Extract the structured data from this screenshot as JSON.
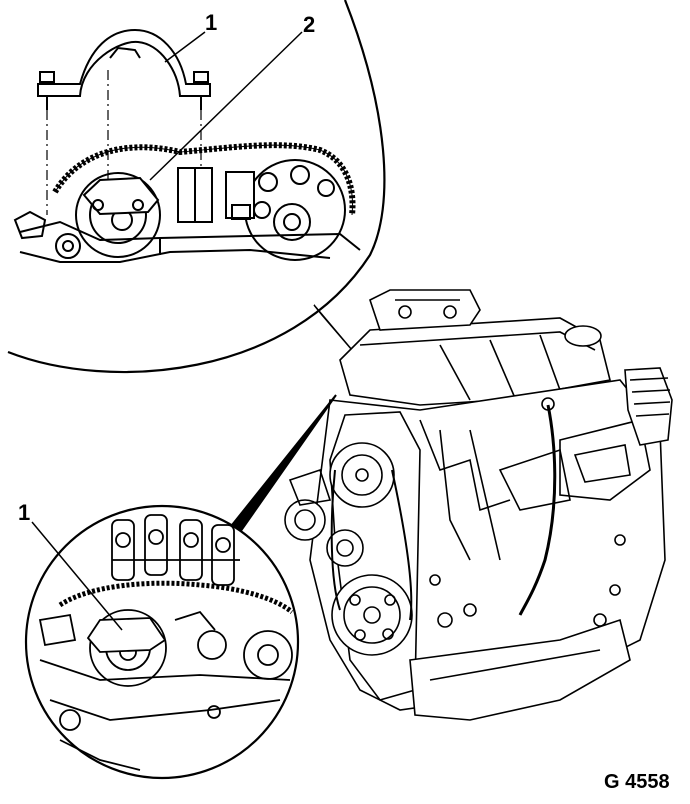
{
  "callouts": {
    "top_1": "1",
    "top_2": "2",
    "bottom_1": "1"
  },
  "figure_id": "G 4558",
  "colors": {
    "line": "#000000",
    "background": "#ffffff"
  }
}
